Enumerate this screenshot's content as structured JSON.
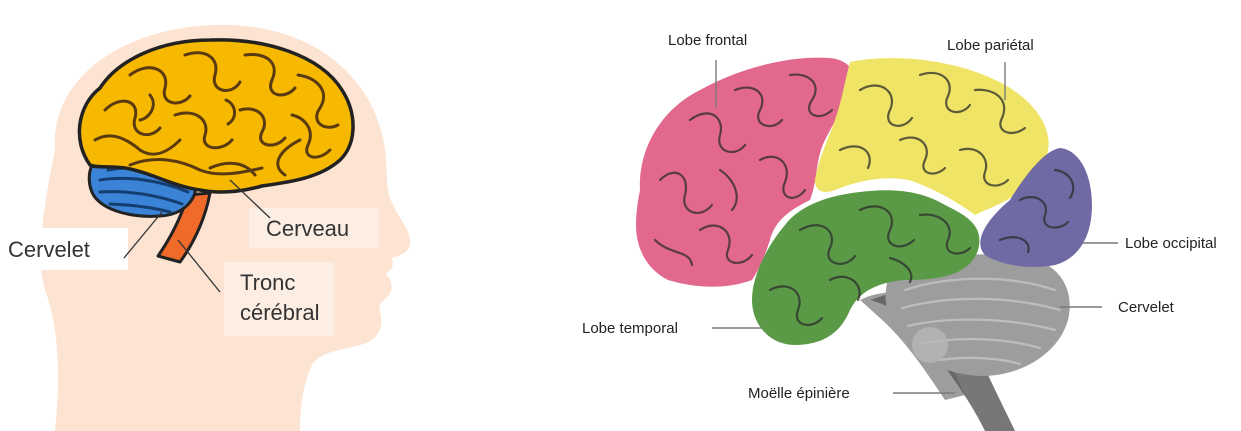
{
  "left_panel": {
    "labels": {
      "cerveau": "Cerveau",
      "cervelet": "Cervelet",
      "tronc_line1": "Tronc",
      "tronc_line2": "cérébral"
    }
  },
  "right_panel": {
    "labels": {
      "lobe_frontal": "Lobe frontal",
      "lobe_parietal": "Lobe pariétal",
      "lobe_occipital": "Lobe occipital",
      "cervelet": "Cervelet",
      "lobe_temporal": "Lobe temporal",
      "moelle": "Moëlle épinière"
    }
  },
  "colors": {
    "skin": "#fce3d2",
    "label_box": "#fdeee4",
    "cerebrum_yellow": "#f7b900",
    "cerebellum_blue": "#3a83d6",
    "brainstem_orange": "#f06a2a",
    "frontal_pink": "#e2698d",
    "parietal_yellow": "#efe466",
    "occipital_purple": "#6f6aa3",
    "temporal_green": "#5a9a47",
    "cerebellum_grey": "#9d9d9d",
    "spine_grey": "#777777"
  }
}
